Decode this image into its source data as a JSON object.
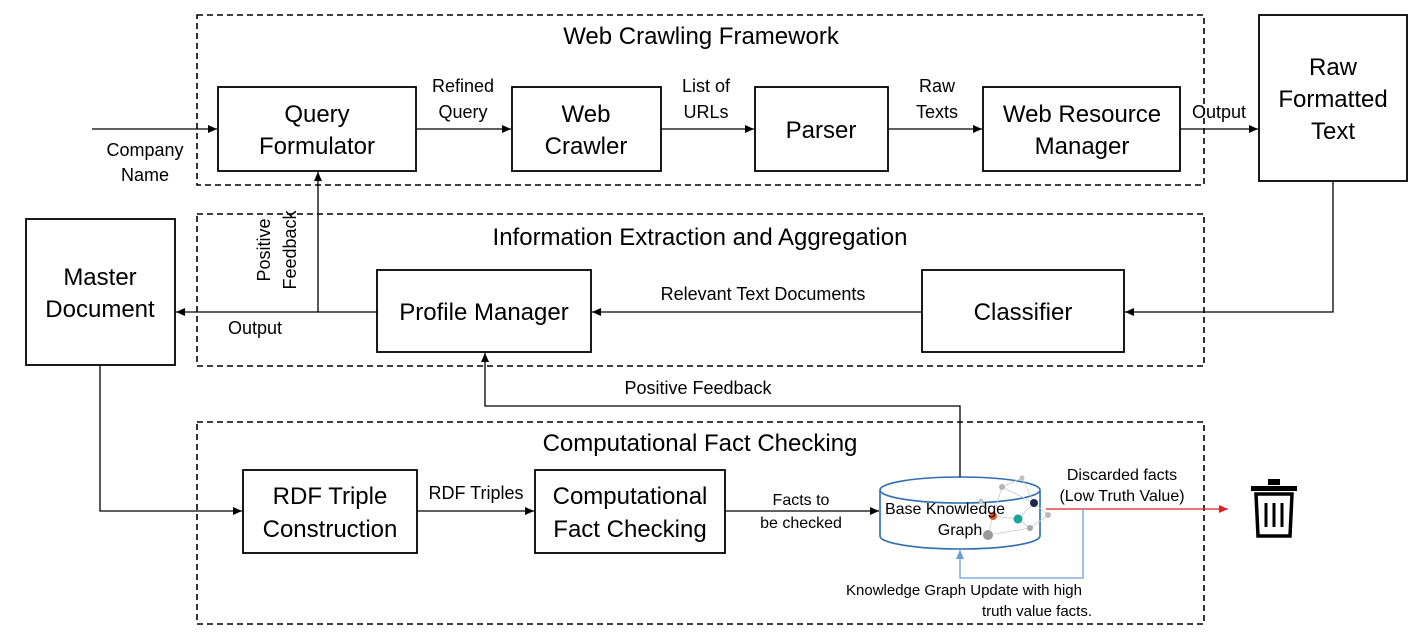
{
  "frameworks": {
    "web_crawling": "Web Crawling Framework",
    "information_extraction": "Information Extraction and Aggregation",
    "fact_checking": "Computational Fact Checking"
  },
  "boxes": {
    "query_formulator": [
      "Query",
      "Formulator"
    ],
    "web_crawler": [
      "Web",
      "Crawler"
    ],
    "parser": "Parser",
    "web_resource_manager": [
      "Web Resource",
      "Manager"
    ],
    "raw_formatted_text": [
      "Raw",
      "Formatted",
      "Text"
    ],
    "master_document": [
      "Master",
      "Document"
    ],
    "profile_manager": "Profile Manager",
    "classifier": "Classifier",
    "rdf_triple_construction": [
      "RDF Triple",
      "Construction"
    ],
    "computational_fact_checking": [
      "Computational",
      "Fact Checking"
    ],
    "base_knowledge_graph": [
      "Base Knowledge",
      "Graph"
    ]
  },
  "labels": {
    "company_name": [
      "Company",
      "Name"
    ],
    "refined_query": [
      "Refined",
      "Query"
    ],
    "list_of_urls": [
      "List of",
      "URLs"
    ],
    "raw_texts": [
      "Raw",
      "Texts"
    ],
    "output_top": "Output",
    "positive_feedback_vertical": [
      "Positive",
      "Feedback"
    ],
    "output_middle": "Output",
    "relevant_text_documents": "Relevant Text Documents",
    "positive_feedback_horizontal": "Positive Feedback",
    "rdf_triples": "RDF Triples",
    "facts_to_be_checked": [
      "Facts to",
      "be checked"
    ],
    "discarded_facts": [
      "Discarded facts",
      "(Low Truth Value)"
    ],
    "kg_update": [
      "Knowledge Graph Update with high",
      "truth value facts."
    ]
  },
  "icons": {
    "trash": "trash-bin-icon",
    "graph": "knowledge-graph-cylinder-icon"
  },
  "colors": {
    "discard_arrow": "#e02020",
    "update_arrow": "#6f9fd8",
    "nodes": [
      "#e05a2b",
      "#1aa59a",
      "#1d2a4a",
      "#9a9a9a"
    ]
  }
}
